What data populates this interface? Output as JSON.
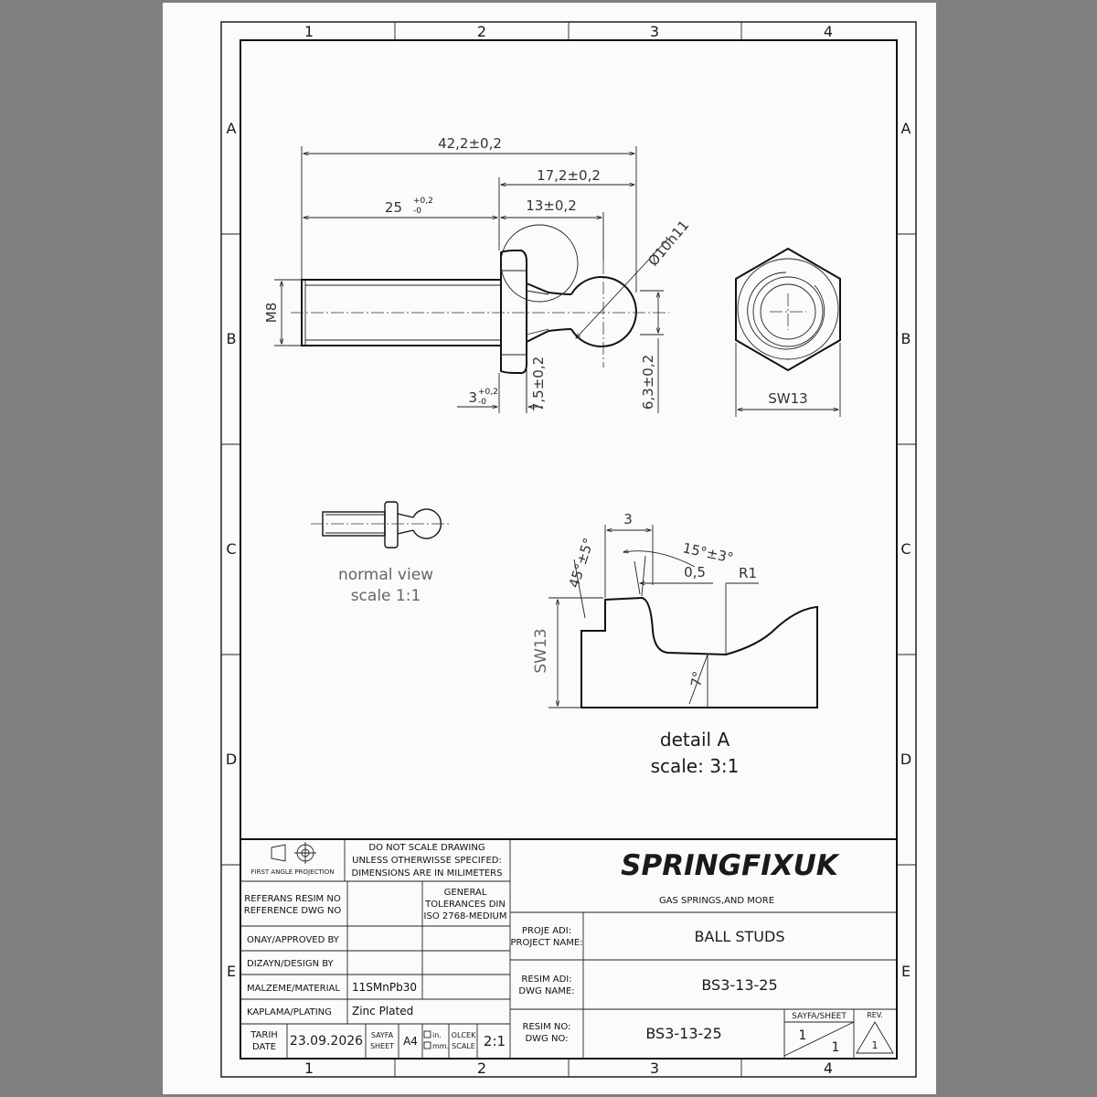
{
  "frame": {
    "columns": [
      "1",
      "2",
      "3",
      "4"
    ],
    "rows": [
      "A",
      "B",
      "C",
      "D",
      "E"
    ]
  },
  "dimensions": {
    "overall_length": "42,2±0,2",
    "head_to_end": "17,2±0,2",
    "shank_length": "25",
    "shank_tol_upper": "+0,2",
    "shank_tol_lower": "-0",
    "ball_center": "13±0,2",
    "ball_diameter": "Ø10h11",
    "thread": "M8",
    "flange_thickness": "3",
    "flange_tol_upper": "+0,2",
    "flange_tol_lower": "-0",
    "neck_length": "7,5±0,2",
    "ball_height": "6,3±0,2",
    "hex_size": "SW13"
  },
  "detail": {
    "width": "3",
    "chamfer_angle": "45°±5°",
    "taper_angle": "15°±3°",
    "offset": "0,5",
    "radius": "R1",
    "hex_label": "SW13",
    "draft_angle": "7°"
  },
  "captions": {
    "normal_view": "normal view",
    "normal_scale": "scale 1:1",
    "detail_name": "detail A",
    "detail_scale": "scale: 3:1"
  },
  "title_block": {
    "projection": "FIRST ANGLE PROJECTION",
    "note_line1": "DO NOT SCALE DRAWING",
    "note_line2": "UNLESS OTHERWISSE SPECIFED:",
    "note_line3": "DIMENSIONS ARE IN MILIMETERS",
    "company": "SPRINGFIXUK",
    "company_subtitle": "GAS SPRINGS,AND MORE",
    "ref_label_tr": "REFERANS RESIM NO",
    "ref_label_en": "REFERENCE DWG NO",
    "tolerance_line1": "GENERAL",
    "tolerance_line2": "TOLERANCES DIN",
    "tolerance_line3": "ISO 2768-MEDIUM",
    "approved_label": "ONAY/APPROVED BY",
    "design_label": "DIZAYN/DESIGN BY",
    "material_label": "MALZEME/MATERIAL",
    "material_value": "11SMnPb30",
    "plating_label": "KAPLAMA/PLATING",
    "plating_value": "Zinc Plated",
    "date_label_tr": "TARIH",
    "date_label_en": "DATE",
    "date_value": "23.09.2026",
    "sheet_size_label_tr": "SAYFA",
    "sheet_size_label_en": "SHEET",
    "sheet_size_value": "A4",
    "unit_in": "in.",
    "unit_mm": "mm.",
    "scale_label_tr": "OLCEK",
    "scale_label_en": "SCALE",
    "scale_value": "2:1",
    "project_label_tr": "PROJE ADI:",
    "project_label_en": "PROJECT NAME:",
    "project_value": "BALL STUDS",
    "dwg_name_label_tr": "RESIM ADI:",
    "dwg_name_label_en": "DWG NAME:",
    "dwg_name_value": "BS3-13-25",
    "dwg_no_label_tr": "RESIM NO:",
    "dwg_no_label_en": "DWG NO:",
    "dwg_no_value": "BS3-13-25",
    "sheet_label": "SAYFA/SHEET",
    "sheet_number": "1",
    "sheet_total": "1",
    "rev_label": "REV.",
    "rev_value": "1"
  }
}
